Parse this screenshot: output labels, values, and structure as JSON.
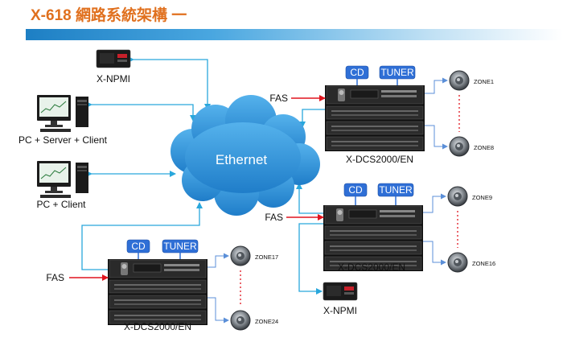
{
  "title": "X-618 網路系統架構 一",
  "network": {
    "label": "Ethernet"
  },
  "pcs": [
    {
      "label": "PC + Server + Client"
    },
    {
      "label": "PC + Client"
    }
  ],
  "npmi": [
    {
      "label": "X-NPMI"
    },
    {
      "label": "X-NPMI"
    }
  ],
  "racks": [
    {
      "label": "X-DCS2000/EN",
      "fas": "FAS",
      "cd": "CD",
      "tuner": "TUNER",
      "zone_first": "ZONE1",
      "zone_last": "ZONE8"
    },
    {
      "label": "X-DCS2000/EN",
      "fas": "FAS",
      "cd": "CD",
      "tuner": "TUNER",
      "zone_first": "ZONE9",
      "zone_last": "ZONE16"
    },
    {
      "label": "X-DCS2000/EN",
      "fas": "FAS",
      "cd": "CD",
      "tuner": "TUNER",
      "zone_first": "ZONE17",
      "zone_last": "ZONE24"
    }
  ],
  "colors": {
    "title": "#e0701e",
    "link": "#29a7dc",
    "fas_arrow": "#e0141e",
    "zone_link": "#5b8fd8",
    "cloud": "#2e8fd6",
    "pill": "#2f6fd6"
  }
}
